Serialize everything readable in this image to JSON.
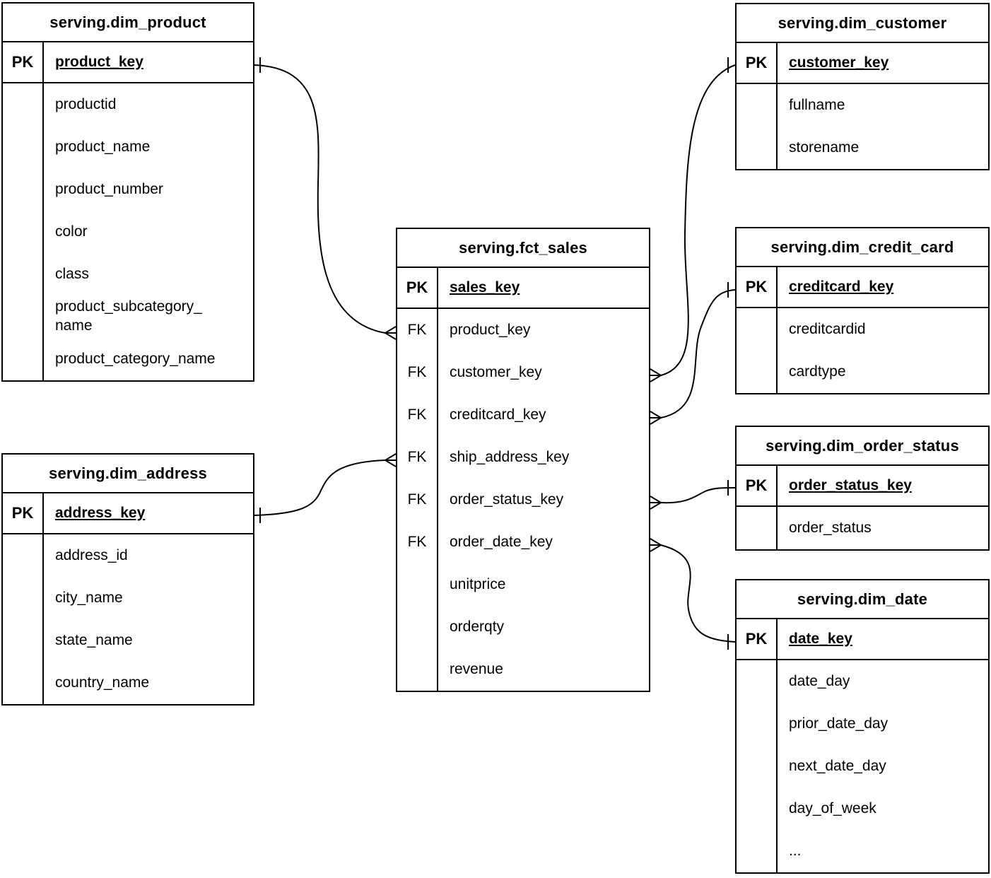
{
  "tables": {
    "dim_product": {
      "title": "serving.dim_product",
      "pk": {
        "label": "PK",
        "field": "product_key"
      },
      "rows": [
        {
          "label": "",
          "field": "productid"
        },
        {
          "label": "",
          "field": "product_name"
        },
        {
          "label": "",
          "field": "product_number"
        },
        {
          "label": "",
          "field": "color"
        },
        {
          "label": "",
          "field": "class"
        },
        {
          "label": "",
          "field": "product_subcategory_\nname"
        },
        {
          "label": "",
          "field": "product_category_name"
        }
      ]
    },
    "dim_address": {
      "title": "serving.dim_address",
      "pk": {
        "label": "PK",
        "field": "address_key"
      },
      "rows": [
        {
          "label": "",
          "field": "address_id"
        },
        {
          "label": "",
          "field": "city_name"
        },
        {
          "label": "",
          "field": "state_name"
        },
        {
          "label": "",
          "field": "country_name"
        }
      ]
    },
    "fct_sales": {
      "title": "serving.fct_sales",
      "pk": {
        "label": "PK",
        "field": "sales_key"
      },
      "rows": [
        {
          "label": "FK",
          "field": "product_key"
        },
        {
          "label": "FK",
          "field": "customer_key"
        },
        {
          "label": "FK",
          "field": "creditcard_key"
        },
        {
          "label": "FK",
          "field": "ship_address_key"
        },
        {
          "label": "FK",
          "field": "order_status_key"
        },
        {
          "label": "FK",
          "field": "order_date_key"
        },
        {
          "label": "",
          "field": "unitprice"
        },
        {
          "label": "",
          "field": "orderqty"
        },
        {
          "label": "",
          "field": "revenue"
        }
      ]
    },
    "dim_customer": {
      "title": "serving.dim_customer",
      "pk": {
        "label": "PK",
        "field": "customer_key"
      },
      "rows": [
        {
          "label": "",
          "field": "fullname"
        },
        {
          "label": "",
          "field": "storename"
        }
      ]
    },
    "dim_credit_card": {
      "title": "serving.dim_credit_card",
      "pk": {
        "label": "PK",
        "field": "creditcard_key"
      },
      "rows": [
        {
          "label": "",
          "field": "creditcardid"
        },
        {
          "label": "",
          "field": "cardtype"
        }
      ]
    },
    "dim_order_status": {
      "title": "serving.dim_order_status",
      "pk": {
        "label": "PK",
        "field": "order_status_key"
      },
      "rows": [
        {
          "label": "",
          "field": "order_status"
        }
      ]
    },
    "dim_date": {
      "title": "serving.dim_date",
      "pk": {
        "label": "PK",
        "field": "date_key"
      },
      "rows": [
        {
          "label": "",
          "field": "date_day"
        },
        {
          "label": "",
          "field": "prior_date_day"
        },
        {
          "label": "",
          "field": "next_date_day"
        },
        {
          "label": "",
          "field": "day_of_week"
        },
        {
          "label": "",
          "field": "..."
        }
      ]
    }
  },
  "relationships": [
    {
      "one": "serving.dim_product.product_key",
      "many": "serving.fct_sales.product_key"
    },
    {
      "one": "serving.dim_address.address_key",
      "many": "serving.fct_sales.ship_address_key"
    },
    {
      "one": "serving.dim_customer.customer_key",
      "many": "serving.fct_sales.customer_key"
    },
    {
      "one": "serving.dim_credit_card.creditcard_key",
      "many": "serving.fct_sales.creditcard_key"
    },
    {
      "one": "serving.dim_order_status.order_status_key",
      "many": "serving.fct_sales.order_status_key"
    },
    {
      "one": "serving.dim_date.date_key",
      "many": "serving.fct_sales.order_date_key"
    }
  ],
  "colors": {
    "stroke": "#000000",
    "background": "#ffffff"
  }
}
